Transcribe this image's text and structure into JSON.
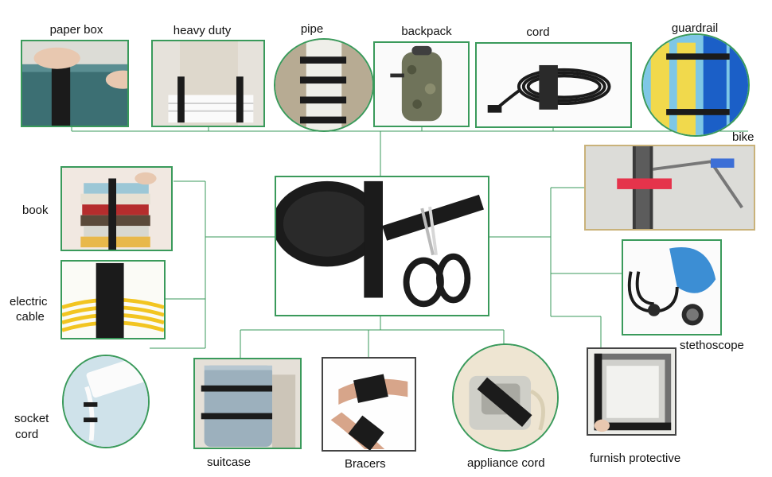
{
  "uses": {
    "paper_box": "paper box",
    "heavy_duty": "heavy duty",
    "pipe": "pipe",
    "backpack": "backpack",
    "cord": "cord",
    "guardrail": "guardrail",
    "bike": "bike",
    "book": "book",
    "electric_cable": [
      "electric",
      "cable"
    ],
    "socket_cord": [
      "socket",
      "cord"
    ],
    "suitcase": "suitcase",
    "bracers": "Bracers",
    "appliance_cord": "appliance cord",
    "stethoscope": "stethoscope",
    "furnish_protective": "furnish protective"
  },
  "colors": {
    "frame_green": "#3a9a5b",
    "strap_black": "#1b1b1b",
    "cable_yellow": "#f2c521",
    "bike_strap_red": "#e5334b"
  }
}
